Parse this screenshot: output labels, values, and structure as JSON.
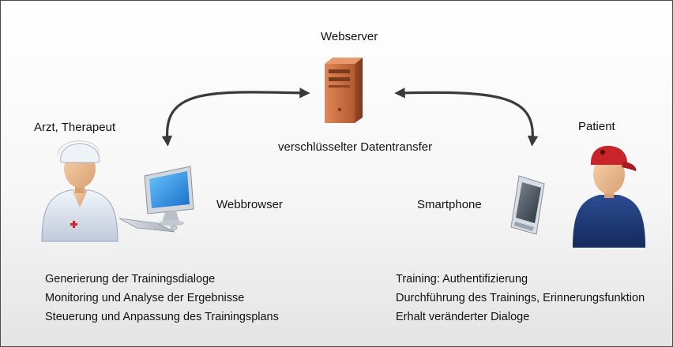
{
  "nodes": {
    "server": {
      "label": "Webserver",
      "icon": "server-tower-icon"
    },
    "doctor": {
      "label": "Arzt, Therapeut",
      "icon": "doctor-avatar-icon"
    },
    "patient": {
      "label": "Patient",
      "icon": "patient-avatar-icon"
    },
    "browser": {
      "label": "Webbrowser",
      "icon": "desktop-computer-icon"
    },
    "smartphone": {
      "label": "Smartphone",
      "icon": "smartphone-icon"
    }
  },
  "edge_label": "verschlüsselter Datentransfer",
  "doctor_tasks": [
    "Generierung der Trainingsdialoge",
    "Monitoring und Analyse der Ergebnisse",
    "Steuerung und Anpassung des Trainingsplans"
  ],
  "patient_tasks": [
    "Training: Authentifizierung",
    "Durchführung des Trainings, Erinnerungsfunktion",
    "Erhalt veränderter Dialoge"
  ],
  "colors": {
    "arrow": "#3a3a3a",
    "server": "#c8673a",
    "screen": "#2a8fe0",
    "cap": "#c8242a",
    "shirt": "#1f3a78"
  }
}
